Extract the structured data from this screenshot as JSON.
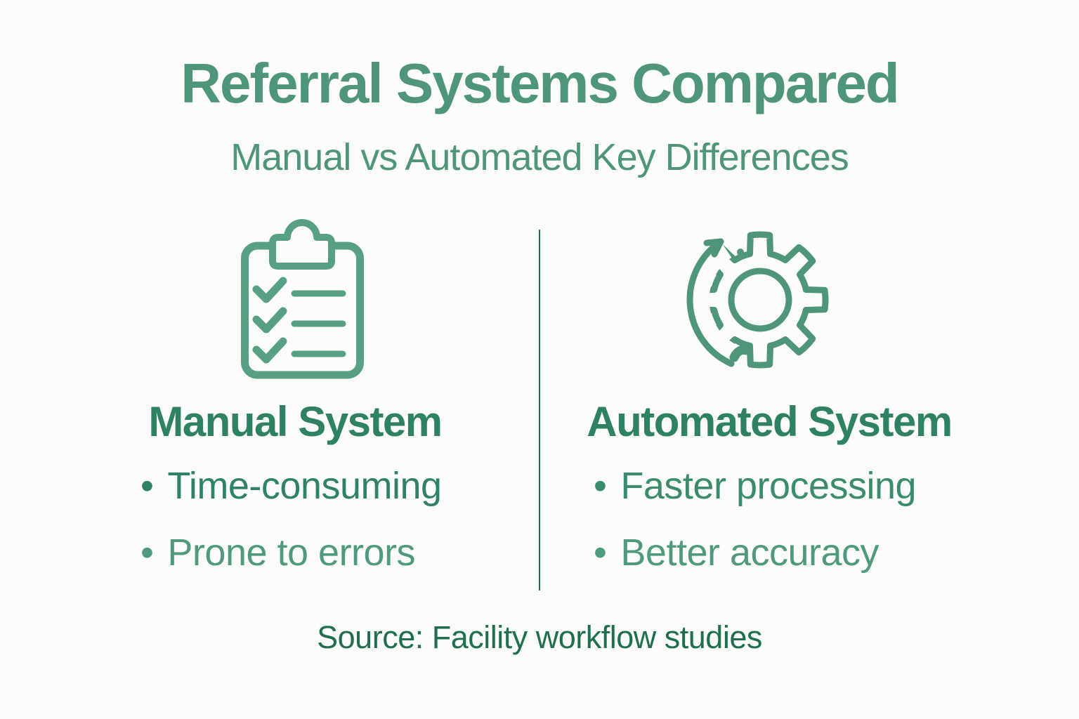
{
  "title": "Referral Systems Compared",
  "subtitle": "Manual vs Automated Key Differences",
  "bullet_glyph": "•",
  "columns": [
    {
      "icon": "clipboard-checklist-icon",
      "heading": "Manual System",
      "bullets": [
        "Time-consuming",
        "Prone to errors"
      ]
    },
    {
      "icon": "gear-refresh-icon",
      "heading": "Automated System",
      "bullets": [
        "Faster processing",
        "Better accuracy"
      ]
    }
  ],
  "source": "Source: Facility workflow studies",
  "palette": {
    "background": "#fcfcfa",
    "title_text": "#4f9679",
    "subtitle_text": "#4f9679",
    "heading_text": "#2e8161",
    "bullet_dark": "#2f8263",
    "bullet_mid": "#3b8c6c",
    "bullet_light": "#4f9a7a",
    "source_text": "#1f6f4f",
    "clipboard_icon_stroke": "#58a082",
    "gear_icon_stroke": "#4f9578",
    "divider_line": "#1e7a54"
  }
}
